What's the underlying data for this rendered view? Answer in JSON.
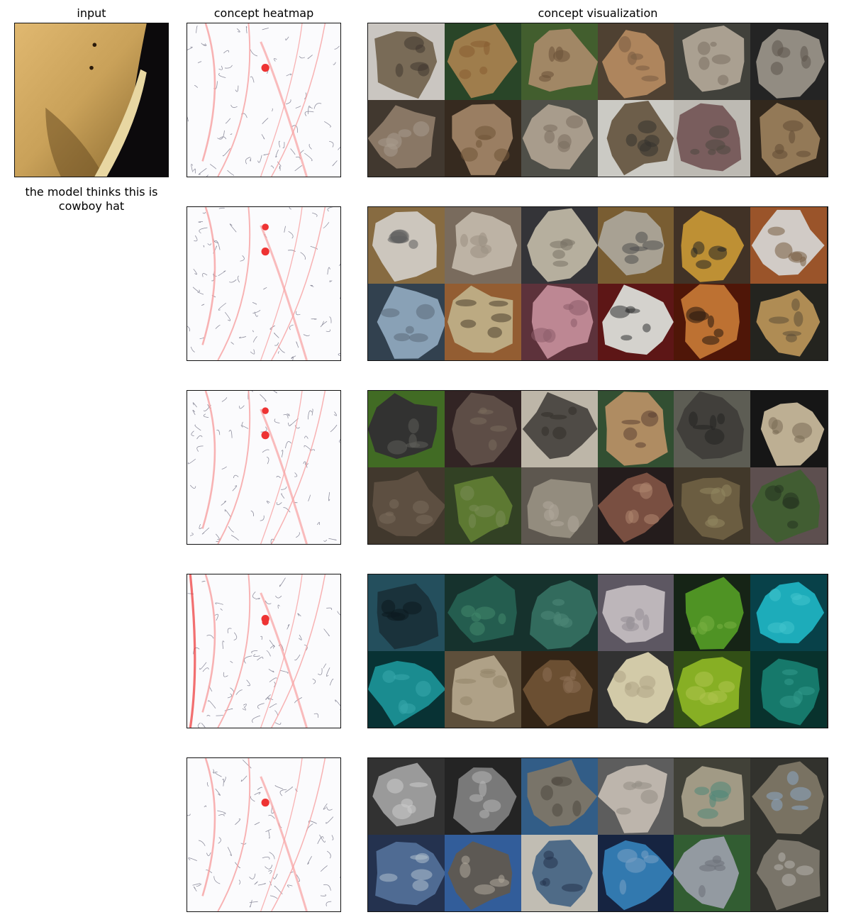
{
  "headers": {
    "input": "input",
    "heatmap": "concept heatmap",
    "visualization": "concept visualization"
  },
  "caption": "the model thinks this is cowboy hat",
  "input_image": {
    "icon": "cowboy-hat-closeup-photo",
    "colors": {
      "base": "#c9a159",
      "shadow": "#6b4e22",
      "band": "#e8d7a2",
      "background": "#0c0a0c"
    }
  },
  "concepts": [
    {
      "heat_colors": [
        "#e33",
        "#f8a0a0"
      ],
      "tiles": [
        {
          "icon": "thatched-cottage-photo",
          "colors": [
            "#8a7a63",
            "#e6e2dc",
            "#4a4036"
          ]
        },
        {
          "icon": "thatched-hut-photo",
          "colors": [
            "#b58f57",
            "#2f4f2e",
            "#9a6a38"
          ]
        },
        {
          "icon": "cougar-face-photo",
          "colors": [
            "#b89a74",
            "#4c6b35",
            "#7a5c40"
          ]
        },
        {
          "icon": "cougar-face-photo",
          "colors": [
            "#c6986a",
            "#5a4a3a",
            "#8a6a4a"
          ]
        },
        {
          "icon": "cougar-face-photo",
          "colors": [
            "#c2b7a6",
            "#4a4a44",
            "#8c8070"
          ]
        },
        {
          "icon": "cougar-face-photo",
          "colors": [
            "#a7a095",
            "#2a2a2a",
            "#6a6056"
          ]
        },
        {
          "icon": "cougar-behind-fence-photo",
          "colors": [
            "#9c8874",
            "#4a4036",
            "#c0b0a0"
          ]
        },
        {
          "icon": "cougar-face-photo",
          "colors": [
            "#b09070",
            "#3e3024",
            "#806040"
          ]
        },
        {
          "icon": "cougar-face-photo",
          "colors": [
            "#c0b2a0",
            "#5a5a52",
            "#8a7c6c"
          ]
        },
        {
          "icon": "thatched-cottage-photo",
          "colors": [
            "#7d6b55",
            "#e8e6e0",
            "#3c3a34"
          ]
        },
        {
          "icon": "thatched-cottage-photo",
          "colors": [
            "#8a6a6a",
            "#d8d4cc",
            "#5a5248"
          ]
        },
        {
          "icon": "cougar-face-photo",
          "colors": [
            "#a88a64",
            "#3a2e22",
            "#70583c"
          ]
        }
      ]
    },
    {
      "heat_colors": [
        "#e33",
        "#f8a0a0"
      ],
      "tiles": [
        {
          "icon": "centipede-photo",
          "colors": [
            "#e9e2d8",
            "#9a7a4a",
            "#6b6b6b"
          ]
        },
        {
          "icon": "knit-fabric-photo",
          "colors": [
            "#d8ccbc",
            "#8a7a6a",
            "#b0a494"
          ]
        },
        {
          "icon": "millipede-photo",
          "colors": [
            "#d0c8b4",
            "#3c3c40",
            "#8a8474"
          ]
        },
        {
          "icon": "centipede-photo",
          "colors": [
            "#c0b8a8",
            "#8a6a3a",
            "#5a5a5a"
          ]
        },
        {
          "icon": "millipede-on-wood-photo",
          "colors": [
            "#d9a43c",
            "#4a3a2c",
            "#2a2a2a"
          ]
        },
        {
          "icon": "centipede-photo",
          "colors": [
            "#eee8e2",
            "#b06030",
            "#8a6a4a"
          ]
        },
        {
          "icon": "knit-fabric-photo",
          "colors": [
            "#9cb8d0",
            "#3a4a5a",
            "#6a7a8a"
          ]
        },
        {
          "icon": "cave-painting-photo",
          "colors": [
            "#d6c294",
            "#a86a3a",
            "#5a4a34"
          ]
        },
        {
          "icon": "knit-fabric-photo",
          "colors": [
            "#d89aa8",
            "#6a3a44",
            "#a06a78"
          ]
        },
        {
          "icon": "baseball-stitching-photo",
          "colors": [
            "#f2f0ea",
            "#6a1a1a",
            "#3a3a3a"
          ]
        },
        {
          "icon": "centipede-legs-photo",
          "colors": [
            "#d8813a",
            "#5a1a0a",
            "#2a1a10"
          ]
        },
        {
          "icon": "millipede-photo",
          "colors": [
            "#c8a060",
            "#2a2a24",
            "#6a5a40"
          ]
        }
      ]
    },
    {
      "heat_colors": [
        "#e33",
        "#f8a0a0"
      ],
      "tiles": [
        {
          "icon": "water-buffalo-photo",
          "colors": [
            "#3a3a38",
            "#4a7a2a",
            "#6a6a64"
          ]
        },
        {
          "icon": "buffalo-horn-photo",
          "colors": [
            "#6a5850",
            "#3a2a2a",
            "#8a7a6a"
          ]
        },
        {
          "icon": "buffalo-horn-photo",
          "colors": [
            "#5a5650",
            "#d8d0c0",
            "#3a3630"
          ]
        },
        {
          "icon": "cowboy-hat-people-photo",
          "colors": [
            "#c8a070",
            "#3a5a3a",
            "#6a4a3a"
          ]
        },
        {
          "icon": "water-buffalo-photo",
          "colors": [
            "#4a4844",
            "#6a6a60",
            "#2a2a28"
          ]
        },
        {
          "icon": "rhino-horn-photo",
          "colors": [
            "#d8c8a8",
            "#1a1a1a",
            "#8a7a60"
          ]
        },
        {
          "icon": "elephant-photo",
          "colors": [
            "#6a5a4a",
            "#4a4034",
            "#8a7a68"
          ]
        },
        {
          "icon": "buffalo-photo",
          "colors": [
            "#6a8a3a",
            "#3a4a2a",
            "#8aa060"
          ]
        },
        {
          "icon": "elephant-skin-photo",
          "colors": [
            "#a8a090",
            "#6a645a",
            "#c8c0b0"
          ]
        },
        {
          "icon": "woman-cowboy-hat-photo",
          "colors": [
            "#8a5a4a",
            "#2a2020",
            "#c89a80"
          ]
        },
        {
          "icon": "elephant-tusk-photo",
          "colors": [
            "#7a6a4a",
            "#4a4030",
            "#a89a70"
          ]
        },
        {
          "icon": "elephant-calf-photo",
          "colors": [
            "#4a6a3a",
            "#6a5a5a",
            "#2a3a24"
          ]
        }
      ]
    },
    {
      "heat_colors": [
        "#e33",
        "#f8a0a0"
      ],
      "tiles": [
        {
          "icon": "dark-water-texture-photo",
          "colors": [
            "#1e3a44",
            "#2a5a6a",
            "#0e1e24"
          ]
        },
        {
          "icon": "coral-texture-photo",
          "colors": [
            "#2a6a5a",
            "#1a3a34",
            "#4a9a7a"
          ]
        },
        {
          "icon": "moss-texture-photo",
          "colors": [
            "#3a7a6a",
            "#1a3a34",
            "#5a9a88"
          ]
        },
        {
          "icon": "fabric-texture-photo",
          "colors": [
            "#d8d0d4",
            "#6a6470",
            "#a8a0a8"
          ]
        },
        {
          "icon": "leaf-photo",
          "colors": [
            "#5aa82a",
            "#1a2a1a",
            "#8ac84a"
          ]
        },
        {
          "icon": "turquoise-water-photo",
          "colors": [
            "#22c4d4",
            "#0a4a54",
            "#4ae0ea"
          ]
        },
        {
          "icon": "turquoise-water-photo",
          "colors": [
            "#1ea0a4",
            "#0a3a3c",
            "#40c0c4"
          ]
        },
        {
          "icon": "stone-wall-photo",
          "colors": [
            "#c8b89a",
            "#6a5a44",
            "#a89878"
          ]
        },
        {
          "icon": "rock-pile-photo",
          "colors": [
            "#7a5a3a",
            "#3a2a1a",
            "#a08060"
          ]
        },
        {
          "icon": "handwriting-paper-photo",
          "colors": [
            "#f0e6c0",
            "#3a3a3a",
            "#c8bc98"
          ]
        },
        {
          "icon": "grass-texture-photo",
          "colors": [
            "#9ac82a",
            "#3a5a1a",
            "#c8e05a"
          ]
        },
        {
          "icon": "turquoise-water-photo",
          "colors": [
            "#1a8a7a",
            "#0a3a34",
            "#3ab0a0"
          ]
        }
      ]
    },
    {
      "heat_colors": [
        "#e33",
        "#f8a0a0"
      ],
      "tiles": [
        {
          "icon": "perforated-dome-photo",
          "colors": [
            "#b0b0b0",
            "#3a3a3a",
            "#e8e8e8"
          ]
        },
        {
          "icon": "perforated-dome-photo",
          "colors": [
            "#8a8a8a",
            "#2a2a2a",
            "#d0d0d0"
          ]
        },
        {
          "icon": "planetarium-dome-photo",
          "colors": [
            "#8a8478",
            "#3a6a9a",
            "#5a5448"
          ]
        },
        {
          "icon": "dome-interior-photo",
          "colors": [
            "#d8cfc4",
            "#6a6a6a",
            "#a8a098"
          ]
        },
        {
          "icon": "perforated-dome-photo",
          "colors": [
            "#b8b098",
            "#4a4a40",
            "#5a9a8a"
          ]
        },
        {
          "icon": "planetarium-dome-photo",
          "colors": [
            "#8a8270",
            "#3a3a34",
            "#a0c0e0"
          ]
        },
        {
          "icon": "glass-building-photo",
          "colors": [
            "#5a7aa8",
            "#2a3a5a",
            "#c8d8e8"
          ]
        },
        {
          "icon": "planetarium-dome-photo",
          "colors": [
            "#6a6660",
            "#3a6ab0",
            "#c8c0b0"
          ]
        },
        {
          "icon": "planetarium-dome-photo",
          "colors": [
            "#5a7a9a",
            "#dcd8cc",
            "#2a3a5a"
          ]
        },
        {
          "icon": "planetarium-dome-photo",
          "colors": [
            "#3a8ac8",
            "#1a2a4a",
            "#8ab8e0"
          ]
        },
        {
          "icon": "planetarium-dome-photo",
          "colors": [
            "#a8b0b8",
            "#3a6a3a",
            "#7a8088"
          ]
        },
        {
          "icon": "planetarium-dome-photo",
          "colors": [
            "#8a8478",
            "#3a3a34",
            "#d0ccc4"
          ]
        }
      ]
    }
  ]
}
